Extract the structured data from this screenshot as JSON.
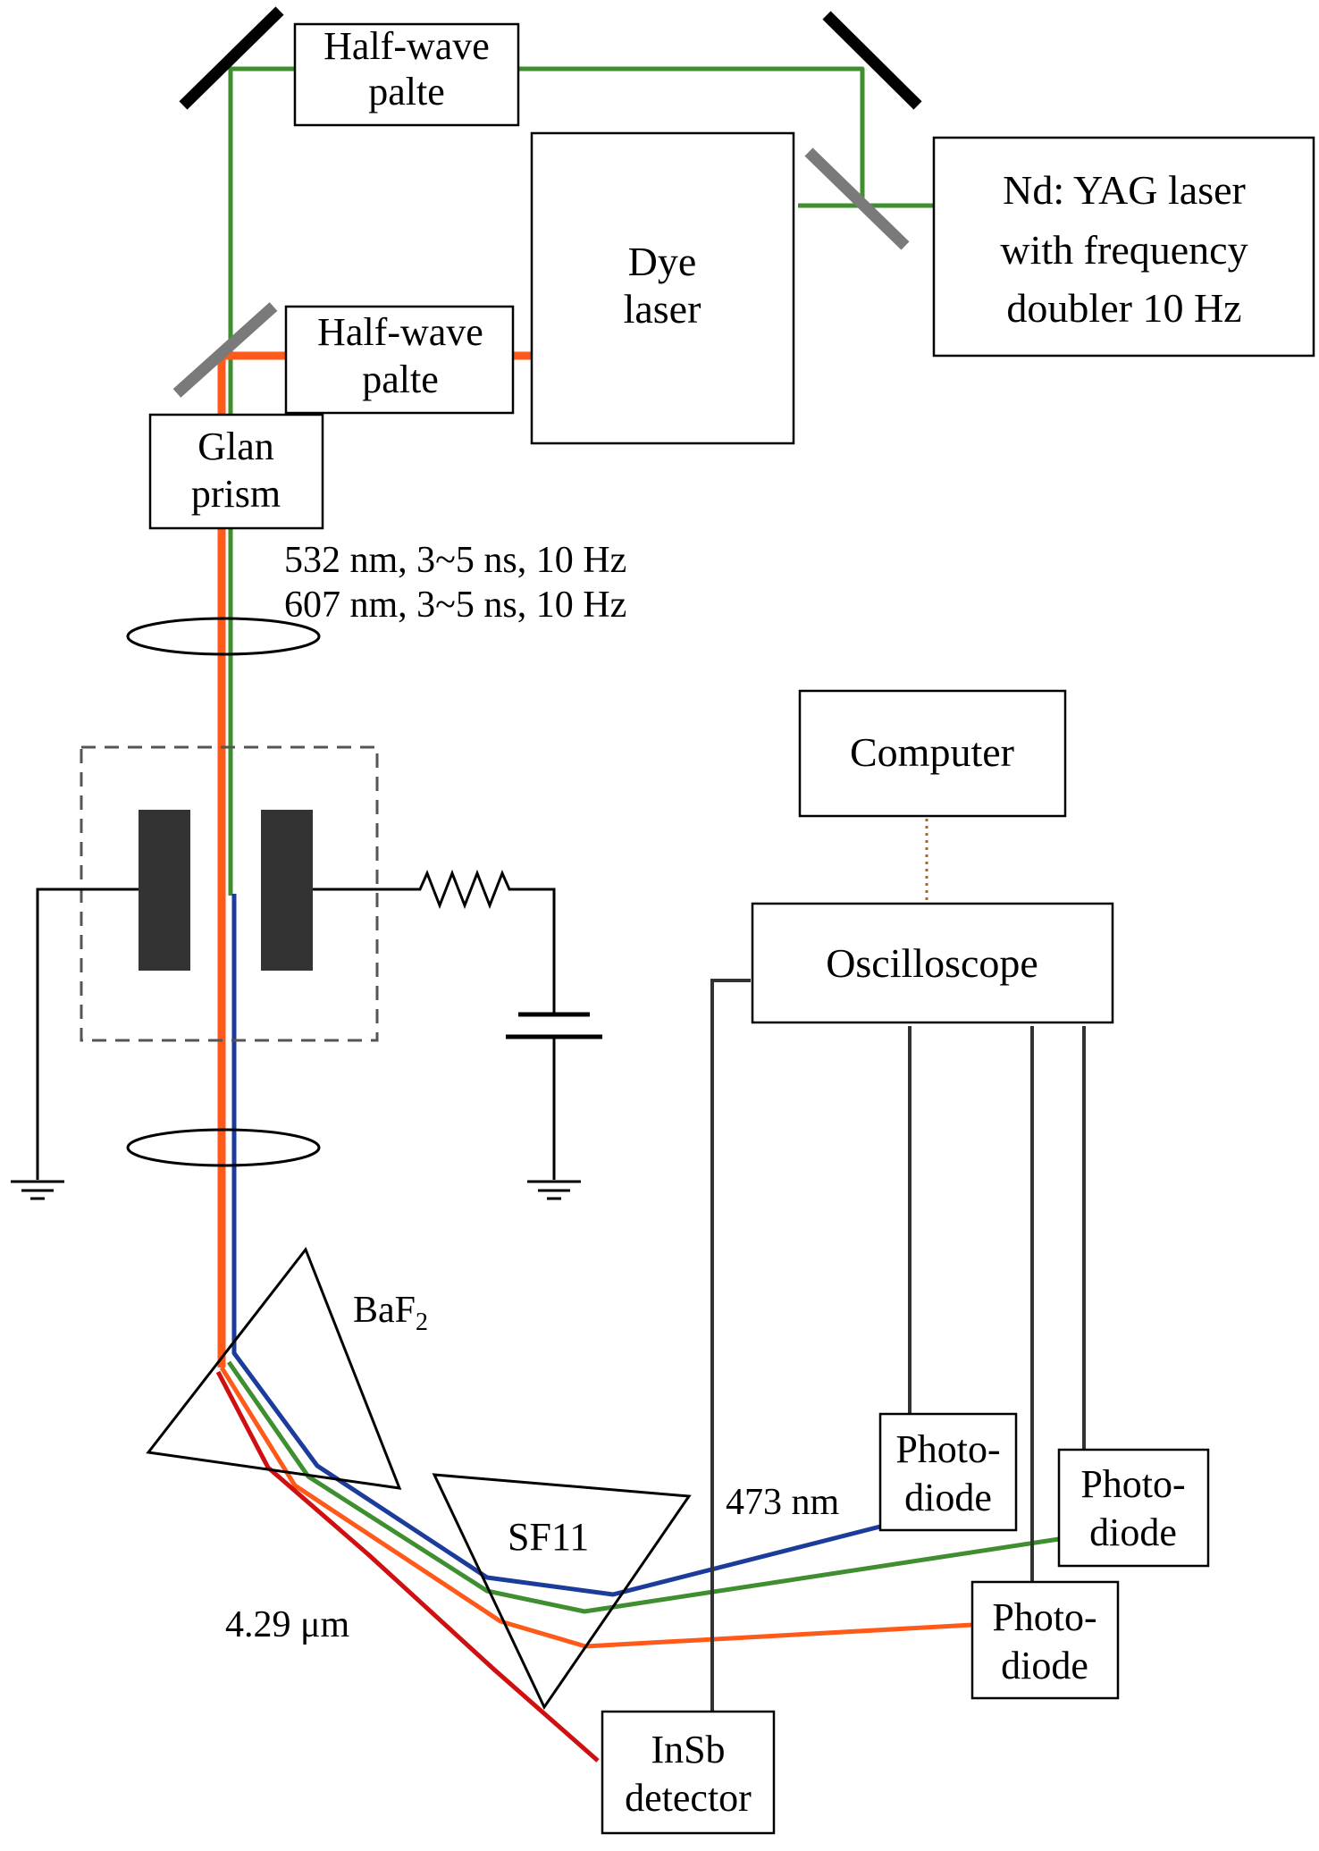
{
  "components": {
    "half_wave_plate_top": [
      "Half-wave",
      "palte"
    ],
    "half_wave_plate_mid": [
      "Half-wave",
      "palte"
    ],
    "dye_laser": [
      "Dye",
      "laser"
    ],
    "nd_yag_laser": [
      "Nd: YAG laser",
      "with frequency",
      "doubler 10 Hz"
    ],
    "glan_prism": [
      "Glan",
      "prism"
    ],
    "computer": [
      "Computer"
    ],
    "oscilloscope": [
      "Oscilloscope"
    ],
    "photodiode_blue": [
      "Photo-",
      "diode"
    ],
    "photodiode_green": [
      "Photo-",
      "diode"
    ],
    "photodiode_orange": [
      "Photo-",
      "diode"
    ],
    "insb_detector": [
      "InSb",
      "detector"
    ],
    "prism_baf2": {
      "base": "BaF",
      "sub": "2"
    },
    "prism_sf11": "SF11"
  },
  "beam_labels": {
    "pump_532": "532 nm, 3~5 ns, 10 Hz",
    "pump_607": "607 nm, 3~5 ns, 10 Hz",
    "out_473": "473 nm",
    "out_ir": "4.29 μm"
  },
  "colors": {
    "green": "#3f8e2f",
    "orange": "#ff5a1a",
    "red": "#d01010",
    "dark_red": "#b51515",
    "blue": "#1c3c9c",
    "mirror_black": "#000000",
    "mirror_gray": "#7a7a7a",
    "electrode": "#333333",
    "dotted_link": "#9a6a40"
  }
}
